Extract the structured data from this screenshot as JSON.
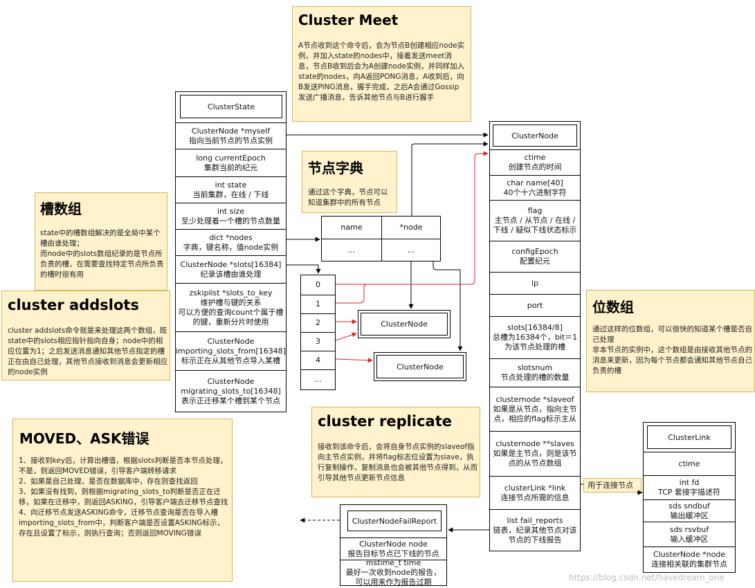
{
  "notes": {
    "cluster_meet": {
      "title": "Cluster Meet",
      "body": "A节点收到这个命令后，会为节点B创建相应node实例，并加入state的nodes中，接着发送meet消息，节点B收到后会为A创建node实例，并同样加入state的nodes，向A返回PONG消息，A收到后，向B发送PING消息，握手完成，之后A会通过Gossip发送广播消息，告诉其他节点与B进行握手"
    },
    "node_dict": {
      "title": "节点字典",
      "body": "通过这个字典，节点可以知道集群中的所有节点"
    },
    "slot_array": {
      "title": "槽数组",
      "body": "state中的槽数组解决的是全局中某个槽由谁处理；\n而node中的slots数组纪录的是节点所负责的槽，在需要查找特定节点所负责的槽时很有用"
    },
    "cluster_addslots": {
      "title": "cluster addslots",
      "body": "cluster addslots命令就是来处理这两个数组，既state中的slots相应指针指向自身；node中的相应位置为1；之后发送消息通知其他节点指定的槽正在由自己处理，其他节点接收到消息会更新相应的node实例"
    },
    "moved_ask": {
      "title": "MOVED、ASK错误",
      "body": "1、接收到key后，计算出槽值，根据slots判断是否本节点处理，不是，则返回MOVED错误，引导客户端转移请求\n2、如果是自己处理，是否在数据库中，存在则查找返回\n3、如果没有找到，则根据migrating_slots_to判断是否正在迁移，如果在迁移中，则返回ASKING，引导客户端去迁移节点查找\n4、向迁移节点发送ASKING命令，迁移节点查询是否在导入槽importing_slots_from中，判断客户端是否设置ASKING标示，存在且设置了标示，则执行查询；否则返回MOVING错误"
    },
    "cluster_replicate": {
      "title": "cluster replicate",
      "body": "接收到该命令后，会将自身节点实例的slaveof指向主节点实例，并将flag标志位设置为slave，执行复制操作，复制消息也会被其他节点得到，从而引导其他节点更新节点信息"
    },
    "bit_array": {
      "title": "位数组",
      "body": "通过这样的位数组，可以很快的知道某个槽是否自己处理\n非本节点的实例中，这个数组是由接收其他节点的消息来更新，因为每个节点都会通知其他节点自己负责的槽"
    }
  },
  "cluster_state": {
    "header": "ClusterState",
    "fields": [
      "ClusterNode *myself\n指向当前节点的节点实例",
      "long currentEpoch\n集群当前的纪元",
      "int state\n当前集群，在线 / 下线",
      "int size\n至少处理着一个槽的节点数量",
      "dict *nodes\n字典，键名称，值node实例",
      "ClusterNode *slots[16384]\n纪录该槽由谁处理",
      "zskiplist *slots_to_key\n维护槽与键的关系\n可以方便的查询count个属于槽的键，重新分片时使用",
      "ClusterNode\nimporting_slots_from[16348]\n标示正在从其他节点导入某槽",
      "ClusterNode\nmigrating_slots_to[16348]\n表示正迁移某个槽到某个节点"
    ]
  },
  "dict_table": {
    "headers": [
      "name",
      "*node"
    ],
    "row": [
      "...",
      "..."
    ]
  },
  "slots_array": [
    "0",
    "1",
    "2",
    "3",
    "4",
    "..."
  ],
  "small_nodes": [
    "ClusterNode",
    "ClusterNode"
  ],
  "cluster_node": {
    "header": "ClusterNode",
    "fields": [
      "ctime\n创建节点的时间",
      "char name[40]\n40个十六进制字符",
      "flag\n主节点 / 从节点 / 在线 / 下线 / 疑似下线状态标示",
      "configEpoch\n配置纪元",
      "ip",
      "port",
      "slots[16384/8]\n总槽为16384个，bit＝1为该节点处理的槽",
      "slotsnum\n节点处理的槽的数量",
      "clusternode *slaveof\n如果是从节点，指向主节点，相应的flag标示主从",
      "clusternode **slaves\n如果是主节点，则是该节点的从节点数组",
      "clusterLink *link\n连接节点所需的信息",
      "list fail_reports\n链表，纪录其他节点对该节点的下线报告"
    ]
  },
  "cluster_link": {
    "header": "ClusterLink",
    "fields": [
      "ctime",
      "int fd\nTCP  套接字描述符",
      "sds sndbuf\n输出缓冲区",
      "sds rsvbuf\n输入缓冲区",
      "ClusterNode *node\n连接相关联的集群节点"
    ]
  },
  "link_label": "用于连接节点",
  "fail_report": {
    "header": "ClusterNodeFailReport",
    "fields": [
      "ClusterNode node\n报告目标节点已下线的节点",
      "mstime_t time\n最好一次收到node的报告，可以用来作为报告过期"
    ]
  },
  "watermark": "https://blog.csdn.net/havedream_one",
  "colors": {
    "note_fill": "#fff2cc",
    "note_border": "#d6b656",
    "red_arrow": "#e02020"
  }
}
